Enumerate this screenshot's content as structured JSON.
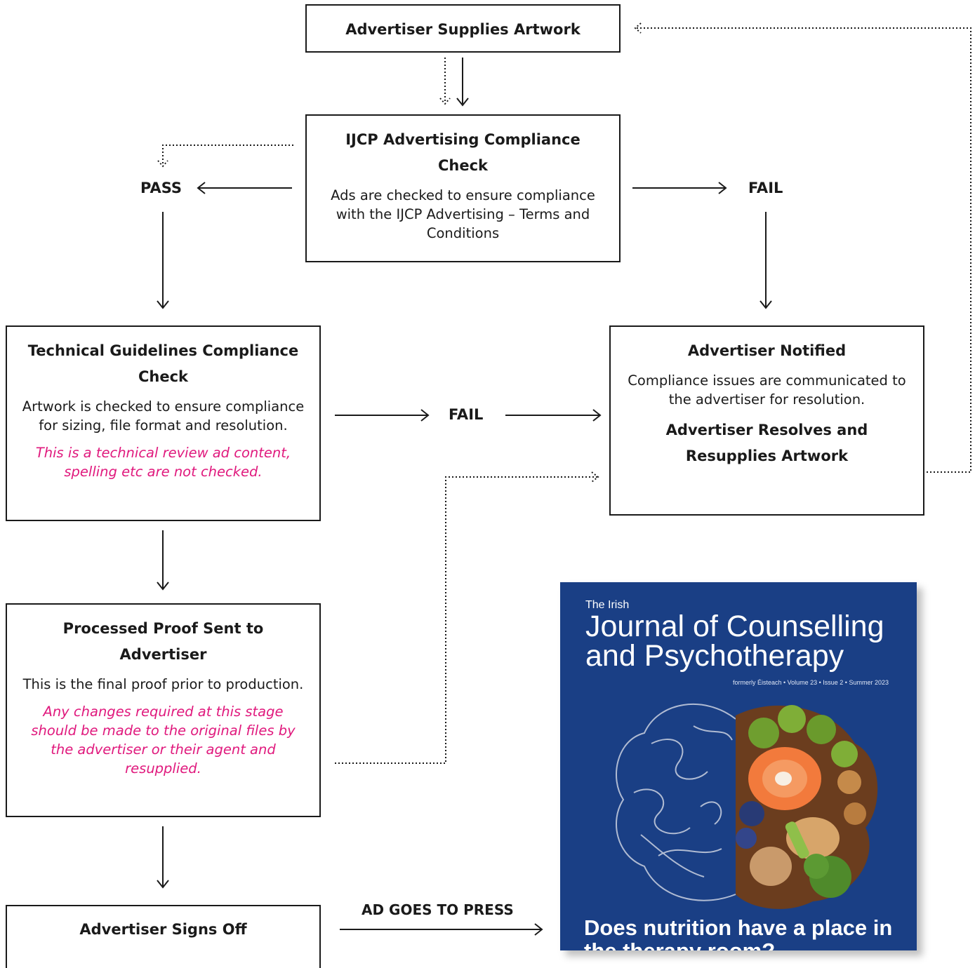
{
  "boxes": {
    "supplies": {
      "title": "Advertiser Supplies Artwork"
    },
    "ijcp": {
      "title": "IJCP Advertising Compliance Check",
      "desc": "Ads are checked to ensure compliance with the IJCP Advertising – Terms and Conditions"
    },
    "technical": {
      "title": "Technical Guidelines Compliance Check",
      "desc": "Artwork is checked to ensure compliance for sizing, file format and resolution.",
      "note": "This is a technical review ad content, spelling etc are not checked."
    },
    "notified": {
      "title": "Advertiser Notified",
      "desc": "Compliance issues are communicated to the advertiser for resolution.",
      "title2": "Advertiser Resolves and Resupplies Artwork"
    },
    "proof": {
      "title": "Processed Proof Sent to Advertiser",
      "desc": "This is the final proof prior to production.",
      "note": "Any changes required at this stage should be made to the original files by the advertiser or their agent and resupplied."
    },
    "signoff": {
      "title": "Advertiser Signs Off"
    }
  },
  "labels": {
    "pass": "PASS",
    "fail_top": "FAIL",
    "fail_mid": "FAIL",
    "press": "AD GOES TO PRESS"
  },
  "cover": {
    "small_title": "The Irish",
    "title": "Journal of Counselling and Psychotherapy",
    "issue_line": "formerly Éisteach • Volume 23 • Issue 2 • Summer 2023",
    "headline": "Does nutrition have a place in the therapy room?"
  },
  "colors": {
    "note": "#e0197d",
    "cover_background": "#1a3f85"
  }
}
